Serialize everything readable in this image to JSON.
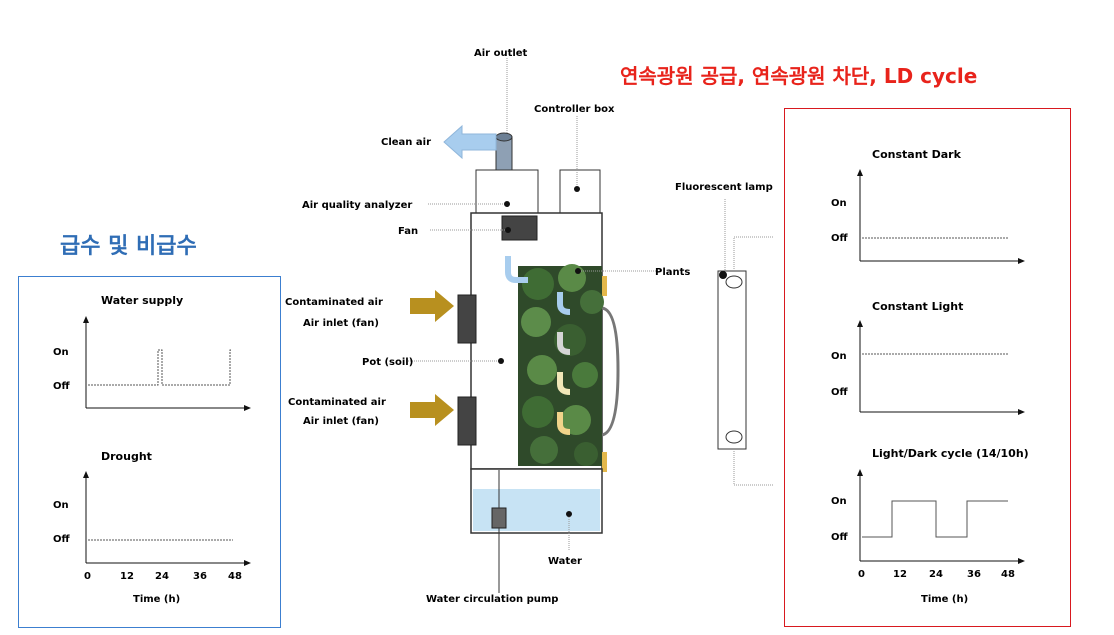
{
  "left_panel": {
    "heading": "급수 및 비급수",
    "chart1_title": "Water supply",
    "chart2_title": "Drought",
    "on": "On",
    "off": "Off",
    "xticks": [
      "0",
      "12",
      "24",
      "36",
      "48"
    ],
    "xlabel": "Time (h)"
  },
  "right_panel": {
    "heading": "연속광원 공급, 연속광원 차단, LD cycle",
    "chart1_title": "Constant Dark",
    "chart2_title": "Constant Light",
    "chart3_title": "Light/Dark cycle (14/10h)",
    "on": "On",
    "off": "Off",
    "xticks": [
      "0",
      "12",
      "24",
      "36",
      "48"
    ],
    "xlabel": "Time (h)"
  },
  "device": {
    "air_outlet": "Air outlet",
    "controller_box": "Controller box",
    "clean_air": "Clean air",
    "air_quality_analyzer": "Air quality analyzer",
    "fan": "Fan",
    "plants": "Plants",
    "contaminated_air_1": "Contaminated air",
    "air_inlet_1": "Air inlet (fan)",
    "pot_soil": "Pot (soil)",
    "contaminated_air_2": "Contaminated air",
    "air_inlet_2": "Air inlet (fan)",
    "water": "Water",
    "water_pump": "Water circulation pump",
    "fluorescent_lamp": "Fluorescent lamp"
  },
  "colors": {
    "blue_heading": "#2f6db5",
    "red_heading": "#e8231b",
    "contaminated_arrow": "#b8901f",
    "clean_arrow": "#a8cdee",
    "water": "#c7e3f4"
  },
  "chart_data": [
    {
      "type": "line",
      "title": "Water supply",
      "xlabel": "Time (h)",
      "x": [
        0,
        12,
        24,
        36,
        48
      ],
      "y_levels": [
        "Off",
        "On"
      ],
      "series": [
        {
          "values": [
            [
              0,
              "Off"
            ],
            [
              23,
              "Off"
            ],
            [
              23,
              "On"
            ],
            [
              24,
              "On"
            ],
            [
              24,
              "Off"
            ],
            [
              47,
              "Off"
            ],
            [
              47,
              "On"
            ],
            [
              48,
              "On"
            ]
          ]
        }
      ]
    },
    {
      "type": "line",
      "title": "Drought",
      "xlabel": "Time (h)",
      "x": [
        0,
        12,
        24,
        36,
        48
      ],
      "y_levels": [
        "Off",
        "On"
      ],
      "series": [
        {
          "values": [
            [
              0,
              "Off"
            ],
            [
              48,
              "Off"
            ]
          ]
        }
      ]
    },
    {
      "type": "line",
      "title": "Constant Dark",
      "y_levels": [
        "Off",
        "On"
      ],
      "series": [
        {
          "values": [
            [
              0,
              "Off"
            ],
            [
              48,
              "Off"
            ]
          ]
        }
      ]
    },
    {
      "type": "line",
      "title": "Constant Light",
      "y_levels": [
        "Off",
        "On"
      ],
      "series": [
        {
          "values": [
            [
              0,
              "On"
            ],
            [
              48,
              "On"
            ]
          ]
        }
      ]
    },
    {
      "type": "line",
      "title": "Light/Dark cycle (14/10h)",
      "xlabel": "Time (h)",
      "x": [
        0,
        12,
        24,
        36,
        48
      ],
      "y_levels": [
        "Off",
        "On"
      ],
      "series": [
        {
          "values": [
            [
              0,
              "Off"
            ],
            [
              10,
              "Off"
            ],
            [
              10,
              "On"
            ],
            [
              24,
              "On"
            ],
            [
              24,
              "Off"
            ],
            [
              34,
              "Off"
            ],
            [
              34,
              "On"
            ],
            [
              48,
              "On"
            ]
          ]
        }
      ]
    }
  ]
}
